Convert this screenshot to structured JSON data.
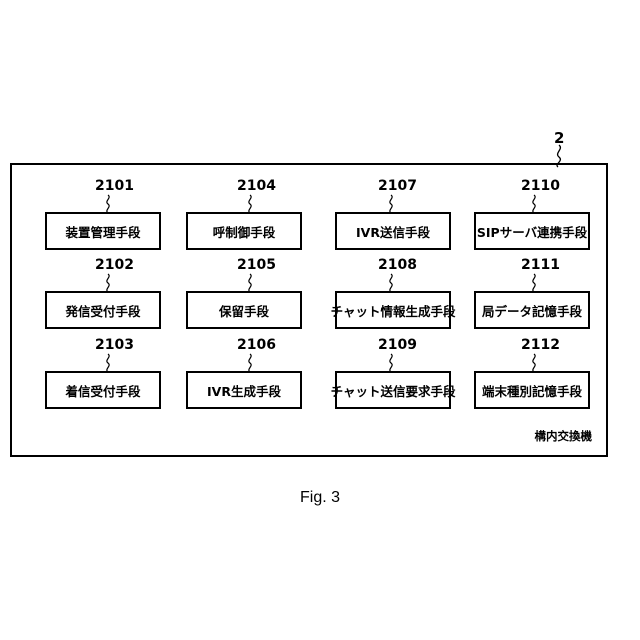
{
  "figure": {
    "caption": "Fig. 3",
    "main_ref": "2",
    "outer_label": "構内交換機"
  },
  "units": [
    {
      "ref": "2101",
      "label": "装置管理手段"
    },
    {
      "ref": "2104",
      "label": "呼制御手段"
    },
    {
      "ref": "2107",
      "label": "IVR送信手段"
    },
    {
      "ref": "2110",
      "label": "SIPサーバ連携手段"
    },
    {
      "ref": "2102",
      "label": "発信受付手段"
    },
    {
      "ref": "2105",
      "label": "保留手段"
    },
    {
      "ref": "2108",
      "label": "チャット情報生成手段"
    },
    {
      "ref": "2111",
      "label": "局データ記憶手段"
    },
    {
      "ref": "2103",
      "label": "着信受付手段"
    },
    {
      "ref": "2106",
      "label": "IVR生成手段"
    },
    {
      "ref": "2109",
      "label": "チャット送信要求手段"
    },
    {
      "ref": "2112",
      "label": "端末種別記憶手段"
    }
  ]
}
